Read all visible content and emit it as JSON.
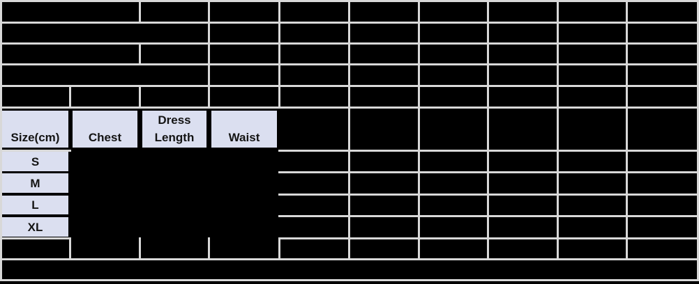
{
  "colors": {
    "canvas": "#000000",
    "gridline": "#d8d8d8",
    "cell_fill": "#dbdff0",
    "cell_text": "#141414"
  },
  "size_chart": {
    "corner_header": "Size(cm)",
    "columns": [
      "Chest",
      "Dress Length",
      "Waist"
    ],
    "rows": [
      "S",
      "M",
      "L",
      "XL"
    ]
  }
}
